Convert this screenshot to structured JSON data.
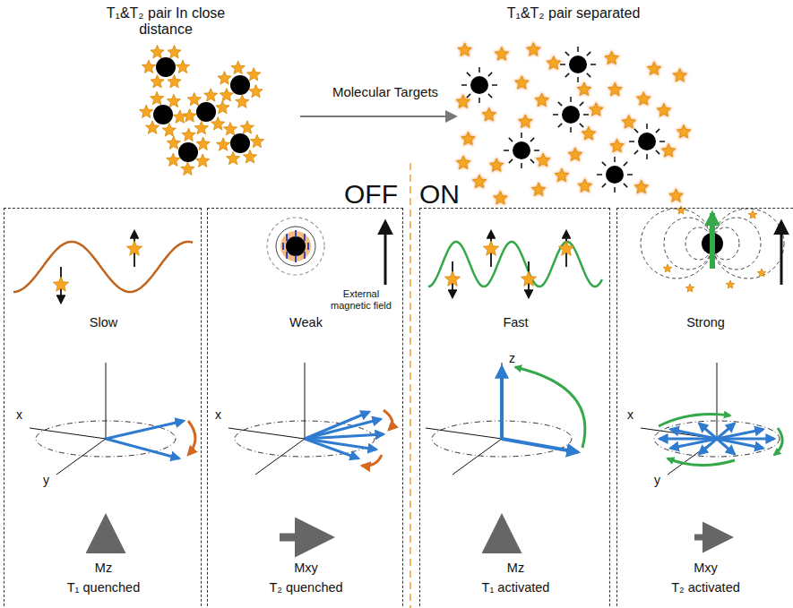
{
  "diagram": {
    "nodes": [
      {
        "text": [
          "Slow",
          "Mz",
          "T₁ quenched"
        ]
      },
      {
        "text": [
          "Weak",
          "Mxy",
          "T₂ quenched"
        ]
      },
      {
        "text": [
          "Fast",
          "Mz",
          "T₁ activated"
        ]
      },
      {
        "text": [
          "Strong",
          "Mxy",
          "T₂ activated"
        ]
      }
    ],
    "labels": [
      "T₁&T₂ pair In close distance",
      "T₁&T₂ pair separated",
      "Molecular Targets",
      "OFF",
      "ON",
      "x",
      "y",
      "External magnetic field",
      "x",
      "z",
      "x",
      "y"
    ]
  }
}
